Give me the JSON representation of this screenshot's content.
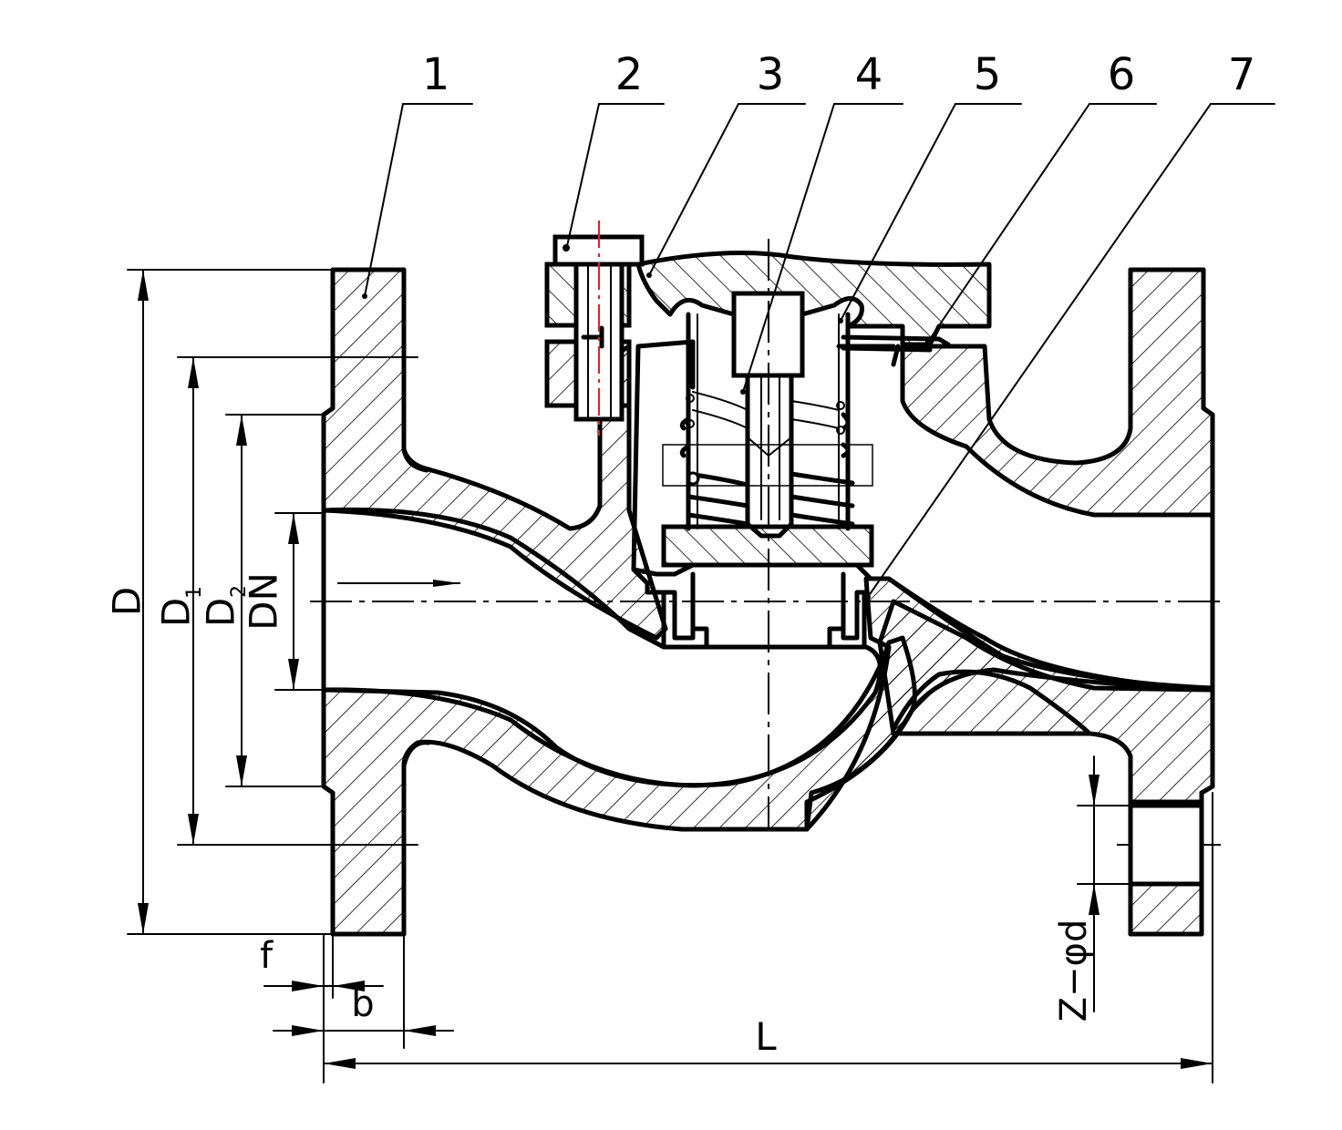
{
  "part_numbers": [
    "1",
    "2",
    "3",
    "4",
    "5",
    "6",
    "7"
  ],
  "dimensions": {
    "D": "D",
    "D1": "D",
    "D1_sub": "1",
    "D2": "D",
    "D2_sub": "2",
    "DN": "DN",
    "L": "L",
    "f": "f",
    "b": "b",
    "Z_phi_d": "Z−φd"
  },
  "colors": {
    "line": "#000000",
    "hatch": "#000000",
    "bolt_axis": "#e02020",
    "background": "#ffffff"
  }
}
